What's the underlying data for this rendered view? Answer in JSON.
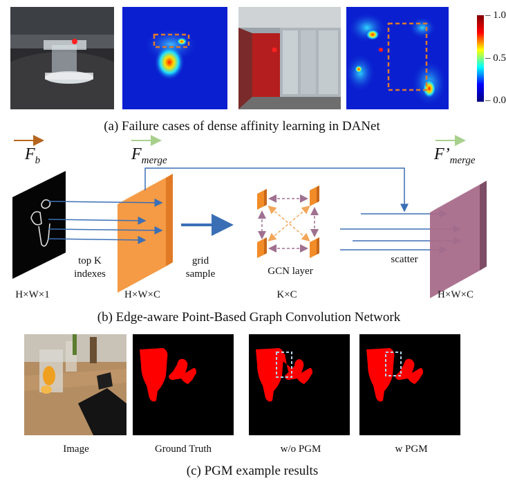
{
  "panel_a": {
    "caption": "(a) Failure cases of dense affinity learning in DANet",
    "colorbar": {
      "ticks": [
        "1.0",
        "0.5",
        "0.0"
      ],
      "colors": [
        "#7f0000",
        "#ff0000",
        "#ffff00",
        "#00ffff",
        "#0000ff",
        "#00007f"
      ]
    }
  },
  "panel_b": {
    "caption": "(b) Edge-aware Point-Based Graph Convolution Network",
    "fb_label": "F",
    "fb_sub": "b",
    "fmerge_label": "F",
    "fmerge_sub": "merge",
    "fmerge_out_label": "F’",
    "fmerge_out_sub": "merge",
    "topk_line1": "top K",
    "topk_line2": "indexes",
    "grid_line1": "grid",
    "grid_line2": "sample",
    "gcn_label": "GCN layer",
    "scatter_label": "scatter",
    "dims": {
      "input": "H×W×1",
      "features": "H×W×C",
      "points": "K×C",
      "output": "H×W×C"
    },
    "colors": {
      "fb_arrow": "#b5651d",
      "fmerge_arrow": "#a8d08d",
      "feature_map": "#f59a45",
      "output_map": "#a86c8a",
      "flow_arrow": "#3a6fb5",
      "gcn_node": "#f28c28",
      "gcn_edge_purple": "#a07090",
      "gcn_edge_orange": "#f2a65a"
    }
  },
  "panel_c": {
    "caption": "(c) PGM example results",
    "labels": [
      "Image",
      "Ground Truth",
      "w/o PGM",
      "w PGM"
    ],
    "mask_color": "#ff0000"
  }
}
